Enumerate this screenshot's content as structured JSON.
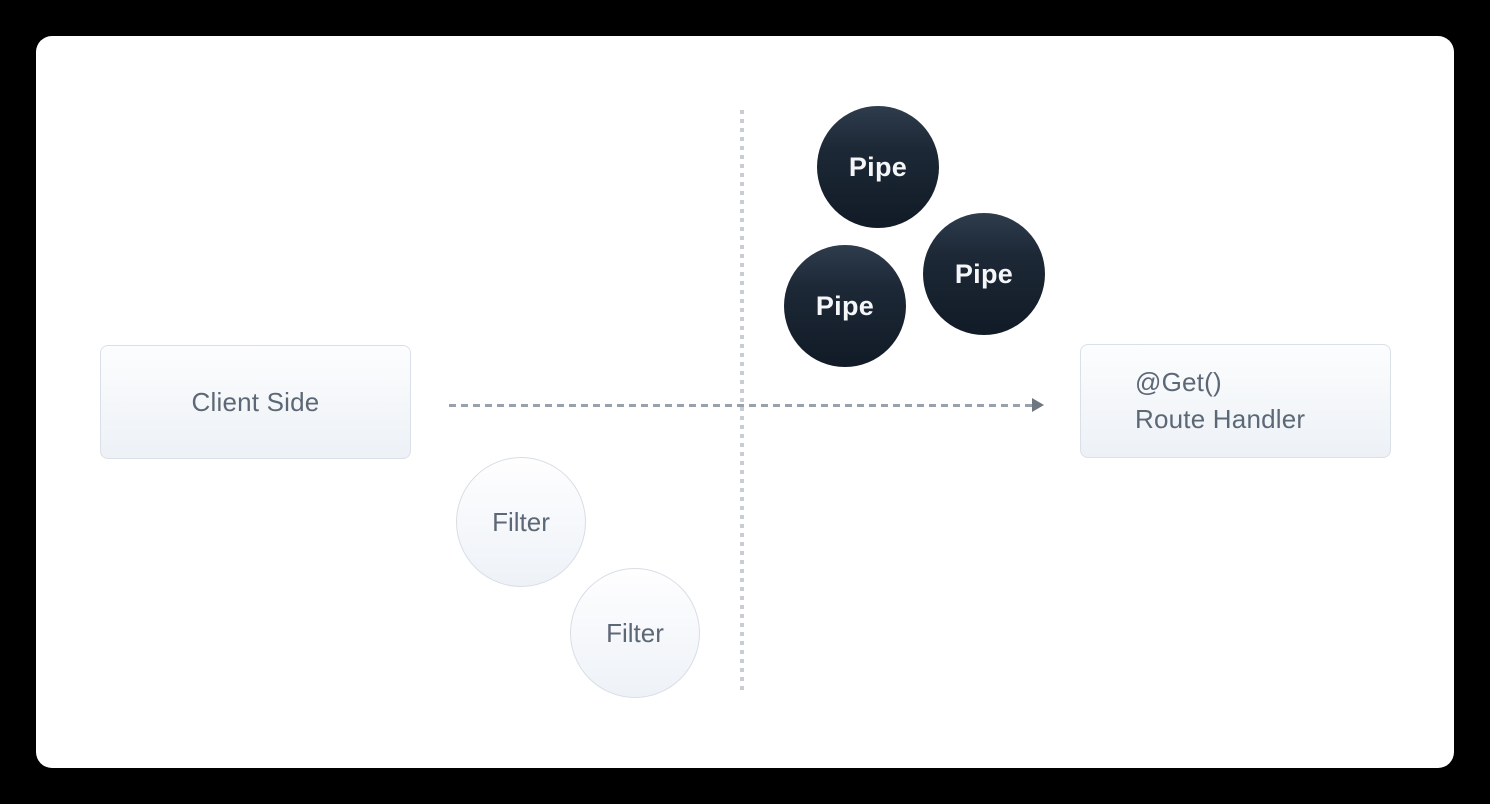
{
  "diagram": {
    "client_box": {
      "label": "Client Side"
    },
    "route_box": {
      "line1": "@Get()",
      "line2": "Route Handler"
    },
    "pipes": [
      {
        "label": "Pipe"
      },
      {
        "label": "Pipe"
      },
      {
        "label": "Pipe"
      }
    ],
    "filters": [
      {
        "label": "Filter"
      },
      {
        "label": "Filter"
      }
    ],
    "colors": {
      "background": "#000000",
      "card": "#ffffff",
      "box_fill_top": "#fcfdfe",
      "box_fill_bottom": "#edf1f6",
      "box_border": "#dae0e7",
      "label_text": "#5d6876",
      "pipe_fill_top": "#2e3c4c",
      "pipe_fill_bottom": "#111b27",
      "pipe_text": "#f4f6f8",
      "filter_border": "#d8dee6",
      "dash_horizontal": "#99a2ac",
      "dash_vertical": "#c6cdd4",
      "arrowhead": "#6e7780"
    }
  }
}
